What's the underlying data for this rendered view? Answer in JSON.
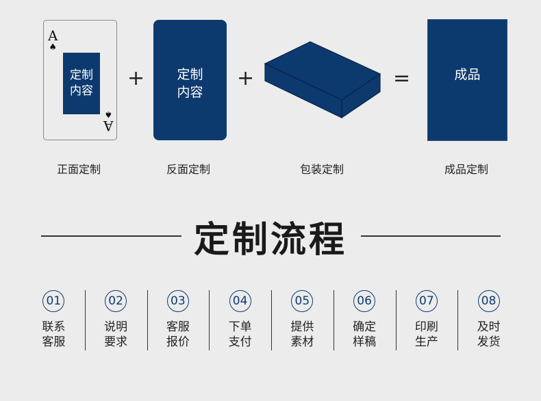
{
  "diagram": {
    "front_card": {
      "rank": "A",
      "suit": "♠",
      "content": [
        "定制",
        "内容"
      ]
    },
    "back_card": {
      "content": [
        "定制",
        "内容"
      ]
    },
    "operators": {
      "plus": "+",
      "equals": "="
    },
    "product": {
      "label": "成品"
    },
    "captions": [
      "正面定制",
      "反面定制",
      "包装定制",
      "成品定制"
    ],
    "colors": {
      "navy": "#0d3a6e",
      "background": "#ececec"
    }
  },
  "process": {
    "title": "定制流程",
    "steps": [
      {
        "number": "01",
        "line1": "联系",
        "line2": "客服"
      },
      {
        "number": "02",
        "line1": "说明",
        "line2": "要求"
      },
      {
        "number": "03",
        "line1": "客服",
        "line2": "报价"
      },
      {
        "number": "04",
        "line1": "下单",
        "line2": "支付"
      },
      {
        "number": "05",
        "line1": "提供",
        "line2": "素材"
      },
      {
        "number": "06",
        "line1": "确定",
        "line2": "样稿"
      },
      {
        "number": "07",
        "line1": "印刷",
        "line2": "生产"
      },
      {
        "number": "08",
        "line1": "及时",
        "line2": "发货"
      }
    ]
  }
}
